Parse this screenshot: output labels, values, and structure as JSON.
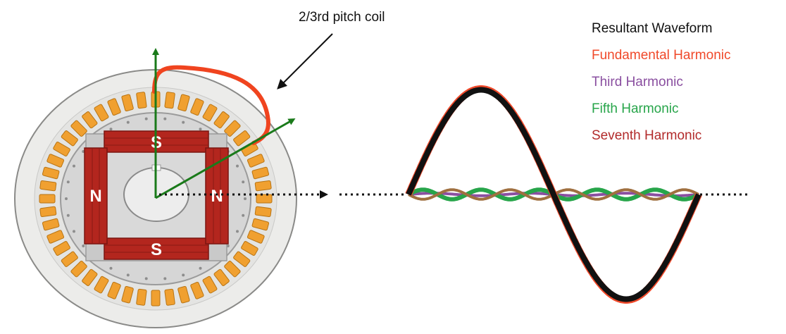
{
  "coil_label": "2/3rd pitch coil",
  "pole_labels": {
    "top": "S",
    "bottom": "S",
    "left": "N",
    "right": "N"
  },
  "legend": [
    {
      "label": "Resultant Waveform",
      "color": "#111111"
    },
    {
      "label": "Fundamental Harmonic",
      "color": "#f0492a"
    },
    {
      "label": "Third Harmonic",
      "color": "#8a4fa0"
    },
    {
      "label": "Fifth Harmonic",
      "color": "#27a54a"
    },
    {
      "label": "Seventh Harmonic",
      "color": "#b22b2b"
    }
  ],
  "colors": {
    "stator_slot": "#f0a030",
    "pole": "#b3261e",
    "coil": "#f0441f",
    "axis_arrow": "#1a7a1a",
    "resultant": "#111111",
    "fundamental": "#f0492a",
    "third": "#8a4fa0",
    "fifth": "#27a54a",
    "seventh": "#a07040"
  },
  "waveform": {
    "fundamental_amplitude": 1.0,
    "harmonic_amplitude_ratio": 0.09,
    "harmonic_orders": [
      3,
      5,
      7
    ]
  }
}
